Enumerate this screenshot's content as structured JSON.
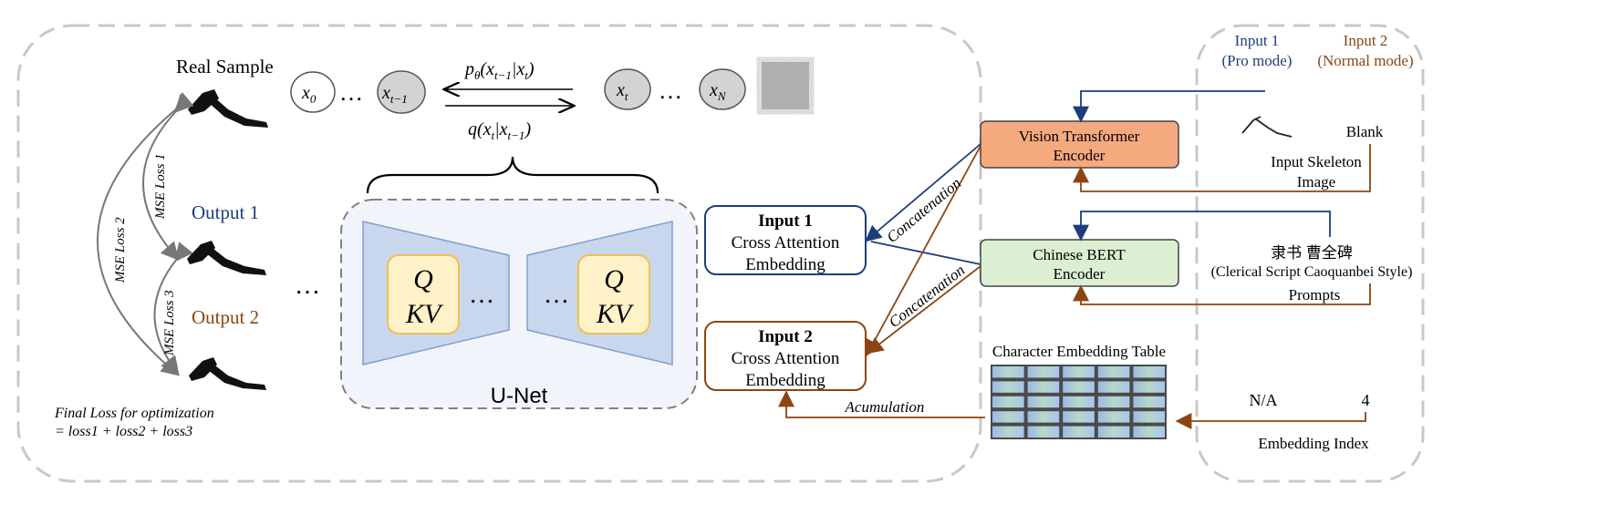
{
  "diffusion": {
    "real_sample": "Real Sample",
    "output1": "Output 1",
    "output2": "Output 2",
    "x0": "x",
    "x0_sub": "0",
    "xt1": "x",
    "xt1_sub": "t−1",
    "xt": "x",
    "xt_sub": "t",
    "xN": "x",
    "xN_sub": "N",
    "ellipsis": "…",
    "reverse_label_p": "p",
    "reverse_label_theta": "θ",
    "reverse_label_rest": "(x",
    "reverse_label_sub1": "t−1",
    "reverse_label_mid": "|x",
    "reverse_label_sub2": "t",
    "reverse_label_end": ")",
    "forward_label_q": "q(x",
    "forward_label_sub1": "t",
    "forward_label_mid": "|x",
    "forward_label_sub2": "t−1",
    "forward_label_end": ")"
  },
  "losses": {
    "mse1": "MSE Loss 1",
    "mse2": "MSE Loss 2",
    "mse3": "MSE Loss 3",
    "final_line1": "Final Loss for optimization",
    "final_line2": "= loss1 + loss2 + loss3"
  },
  "unet": {
    "label": "U-Net",
    "q": "Q",
    "kv": "KV",
    "dots": "…"
  },
  "inputs": {
    "input1_title": "Input 1",
    "input1_line2": "Cross Attention",
    "input1_line3": "Embedding",
    "input2_title": "Input 2",
    "input2_line2": "Cross Attention",
    "input2_line3": "Embedding"
  },
  "encoders": {
    "vit_line1": "Vision Transformer",
    "vit_line2": "Encoder",
    "bert_line1": "Chinese BERT",
    "bert_line2": "Encoder"
  },
  "arrows": {
    "concat1": "Concatenation",
    "concat2": "Concatenation",
    "accumulation": "Acumulation"
  },
  "embedding_table": {
    "title": "Character Embedding Table"
  },
  "right_panel": {
    "input1_line1": "Input 1",
    "input1_line2": "(Pro mode)",
    "input2_line1": "Input 2",
    "input2_line2": "(Normal mode)",
    "blank": "Blank",
    "skeleton_line1": "Input Skeleton",
    "skeleton_line2": "Image",
    "chinese_text": "隶书  曹全碑",
    "style_text": "(Clerical Script Caoquanbei Style)",
    "prompts": "Prompts",
    "na": "N/A",
    "index_value": "4",
    "embedding_index": "Embedding Index"
  },
  "colors": {
    "blue": "#1f3d7a",
    "brown": "#8b4513",
    "vit_fill": "#f4a97e",
    "bert_fill": "#dcefd3"
  }
}
